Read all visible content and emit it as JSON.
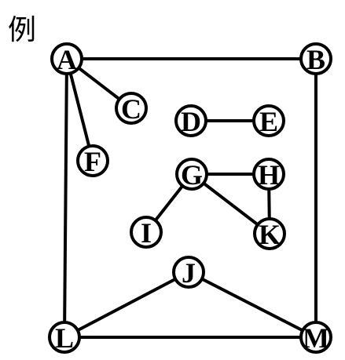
{
  "caption": "例",
  "graph": {
    "nodes": [
      {
        "id": "A",
        "label": "A"
      },
      {
        "id": "B",
        "label": "B"
      },
      {
        "id": "C",
        "label": "C"
      },
      {
        "id": "D",
        "label": "D"
      },
      {
        "id": "E",
        "label": "E"
      },
      {
        "id": "F",
        "label": "F"
      },
      {
        "id": "G",
        "label": "G"
      },
      {
        "id": "H",
        "label": "H"
      },
      {
        "id": "I",
        "label": "I"
      },
      {
        "id": "K",
        "label": "K"
      },
      {
        "id": "J",
        "label": "J"
      },
      {
        "id": "L",
        "label": "L"
      },
      {
        "id": "M",
        "label": "M"
      }
    ],
    "edges": [
      {
        "from": "A",
        "to": "B"
      },
      {
        "from": "A",
        "to": "C"
      },
      {
        "from": "A",
        "to": "F"
      },
      {
        "from": "A",
        "to": "L"
      },
      {
        "from": "B",
        "to": "M"
      },
      {
        "from": "L",
        "to": "M"
      },
      {
        "from": "L",
        "to": "J"
      },
      {
        "from": "J",
        "to": "M"
      },
      {
        "from": "D",
        "to": "E"
      },
      {
        "from": "G",
        "to": "H"
      },
      {
        "from": "G",
        "to": "I"
      },
      {
        "from": "G",
        "to": "K"
      },
      {
        "from": "H",
        "to": "K"
      }
    ]
  }
}
